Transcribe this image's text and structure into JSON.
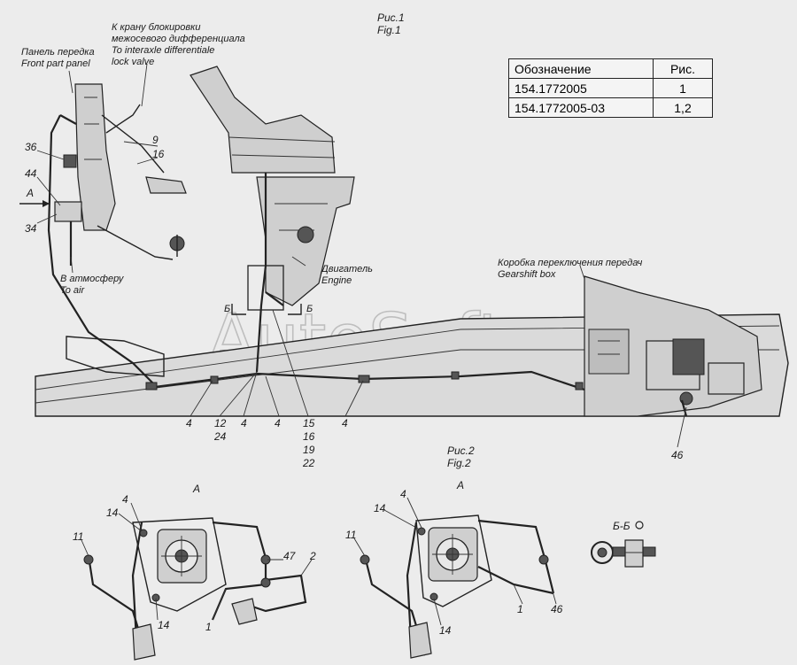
{
  "figure1": {
    "title_ru": "Рис.1",
    "title_en": "Fig.1"
  },
  "figure2": {
    "title_ru": "Рис.2",
    "title_en": "Fig.2"
  },
  "labels": {
    "valve_ru_1": "К крану блокировки",
    "valve_ru_2": "межосевого дифференциала",
    "valve_en_1": "To interaxle differentiale",
    "valve_en_2": "lock valve",
    "panel_ru": "Панель передка",
    "panel_en": "Front part panel",
    "atm_ru": "В атмосферу",
    "atm_en": "To air",
    "engine_ru": "Двигатель",
    "engine_en": "Engine",
    "gearbox_ru": "Коробка переключения передач",
    "gearbox_en": "Gearshift box",
    "view_a": "A",
    "section_b1": "Б",
    "section_b2": "Б",
    "section_bb": "Б-Б",
    "watermark": "AutoSoft"
  },
  "callouts_fig1": [
    "36",
    "44",
    "34",
    "9",
    "16",
    "4",
    "12",
    "24",
    "4",
    "4",
    "15",
    "16",
    "19",
    "22",
    "4",
    "46"
  ],
  "callouts_fig2_left": [
    "4",
    "14",
    "11",
    "47",
    "2",
    "14",
    "1"
  ],
  "callouts_fig2_right": [
    "4",
    "14",
    "11",
    "1",
    "46",
    "14"
  ],
  "spec_table": {
    "headers": [
      "Обозначение",
      "Рис."
    ],
    "rows": [
      [
        "154.1772005",
        "1"
      ],
      [
        "154.1772005-03",
        "1,2"
      ]
    ]
  }
}
